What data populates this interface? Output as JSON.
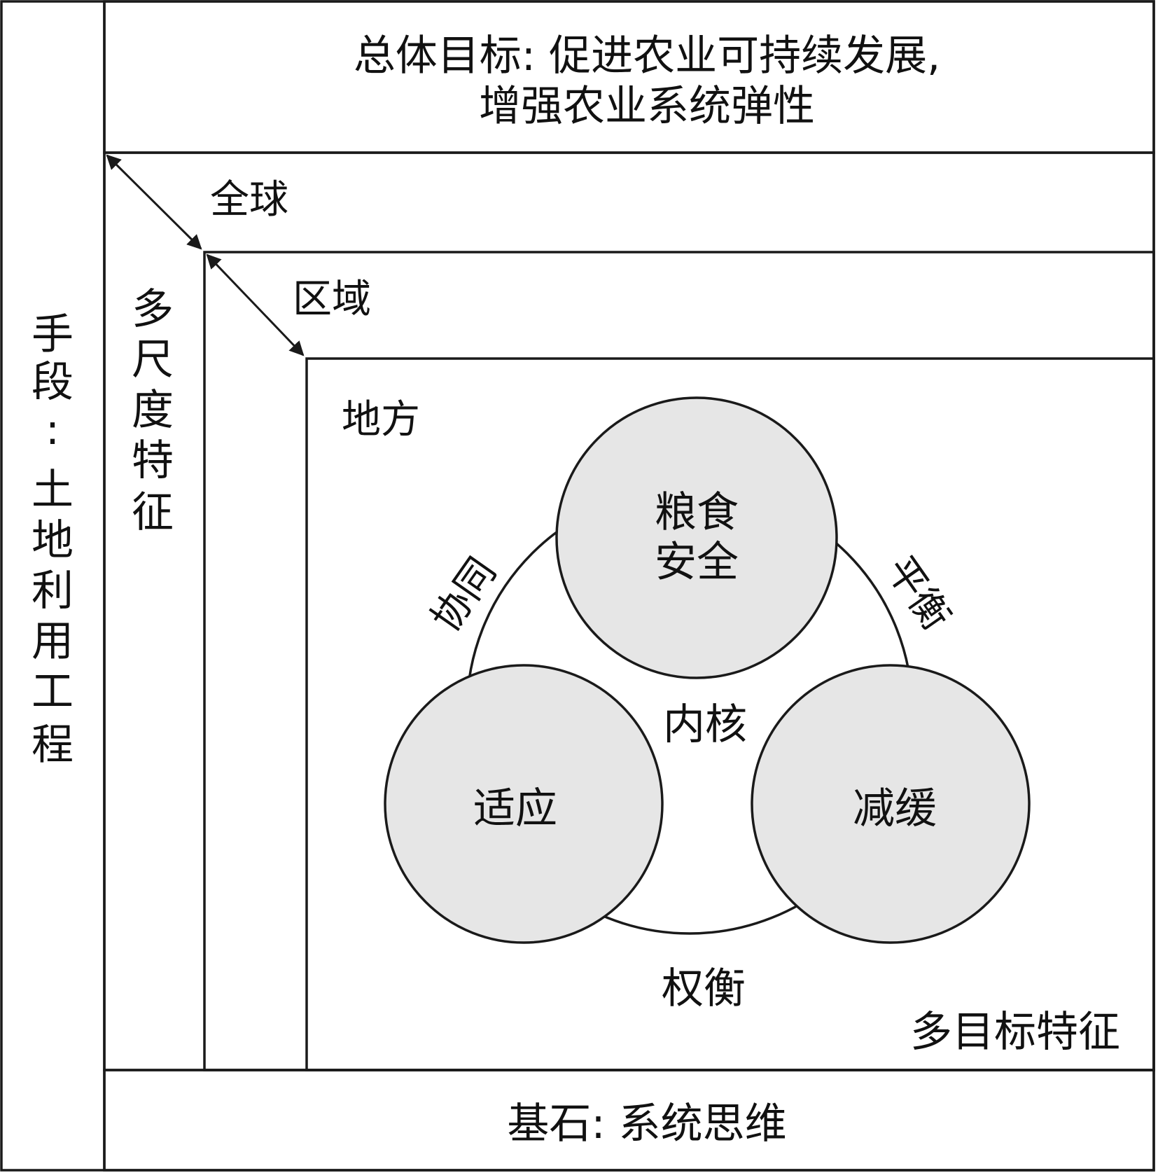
{
  "goal": {
    "line1": "总体目标: 促进农业可持续发展,",
    "line2": "增强农业系统弹性"
  },
  "means": {
    "chars": [
      "手",
      "段",
      ":",
      "土",
      "地",
      "利",
      "用",
      "工",
      "程"
    ]
  },
  "multiscale": {
    "chars": [
      "多",
      "尺",
      "度",
      "特",
      "征"
    ]
  },
  "scales": {
    "global": "全球",
    "regional": "区域",
    "local": "地方"
  },
  "core": {
    "center_label": "内核",
    "food_security": [
      "粮食",
      "安全"
    ],
    "adaptation": "适应",
    "mitigation": "减缓",
    "synergy": "协同",
    "balance": "平衡",
    "tradeoff": "权衡"
  },
  "multiobjective": "多目标特征",
  "foundation": "基石: 系统思维",
  "colors": {
    "stroke": "#1a1a1a",
    "circle_fill": "#e6e6e6",
    "background": "#ffffff"
  }
}
